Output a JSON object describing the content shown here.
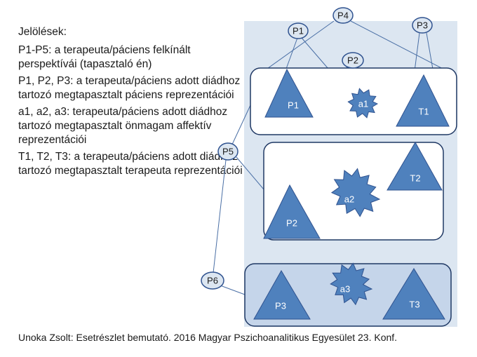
{
  "legend": {
    "title": "Jelölések:",
    "items": [
      "P1-P5: a terapeuta/páciens felkínált perspektívái (tapasztaló én)",
      "P1, P2, P3: a terapeuta/páciens adott diádhoz tartozó megtapasztalt páciens reprezentációi",
      "a1, a2, a3: terapeuta/páciens adott diádhoz tartozó megtapasztalt önmagam affektív reprezentációi",
      "T1, T2, T3: a terapeuta/páciens adott diádhoz tartozó megtapasztalt terapeuta reprezentációi"
    ]
  },
  "diagram": {
    "perspectives": {
      "p1": "P1",
      "p2": "P2",
      "p3": "P3",
      "p4": "P4",
      "p5": "P5",
      "p6": "P6"
    },
    "patients": {
      "p1": "P1",
      "p2": "P2",
      "p3": "P3"
    },
    "affects": {
      "a1": "a1",
      "a2": "a2",
      "a3": "a3"
    },
    "therapists": {
      "t1": "T1",
      "t2": "T2",
      "t3": "T3"
    },
    "colors": {
      "panel": "#dce6f1",
      "box_fill": "#ffffff",
      "box_fill_dark": "#c5d5ea",
      "box_stroke": "#1f3864",
      "shape_fill": "#4f81bd",
      "shape_stroke": "#2f528f",
      "node_fill": "#dce6f1",
      "line": "#4a6fa5"
    }
  },
  "caption": "Unoka Zsolt: Esetrészlet bemutató. 2016 Magyar Pszichoanalitikus Egyesület 23. Konf."
}
